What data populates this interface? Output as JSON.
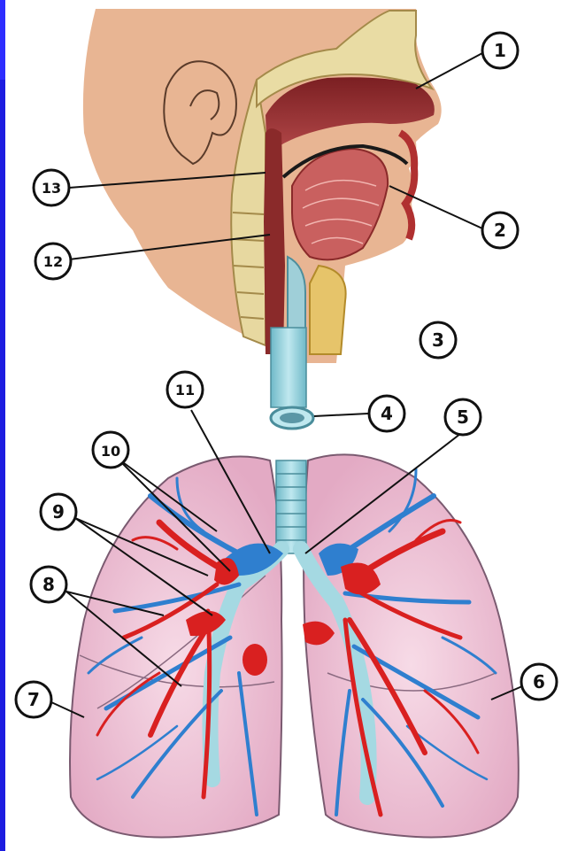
{
  "diagram": {
    "callouts": [
      {
        "id": "1",
        "text": "1"
      },
      {
        "id": "2",
        "text": "2"
      },
      {
        "id": "3",
        "text": "3"
      },
      {
        "id": "4",
        "text": "4"
      },
      {
        "id": "5",
        "text": "5"
      },
      {
        "id": "6",
        "text": "6"
      },
      {
        "id": "7",
        "text": "7"
      },
      {
        "id": "8",
        "text": "8"
      },
      {
        "id": "9",
        "text": "9"
      },
      {
        "id": "10",
        "text": "10"
      },
      {
        "id": "11",
        "text": "11"
      },
      {
        "id": "12",
        "text": "12"
      },
      {
        "id": "13",
        "text": "13"
      }
    ],
    "colors": {
      "skin": "#e8b593",
      "airway": "#8a2a2a",
      "trachea": "#8fd0dc",
      "lung": "#efc6d8",
      "artery": "#d92020",
      "vein": "#2f7fcf",
      "frame": "#1c1ce0"
    }
  }
}
